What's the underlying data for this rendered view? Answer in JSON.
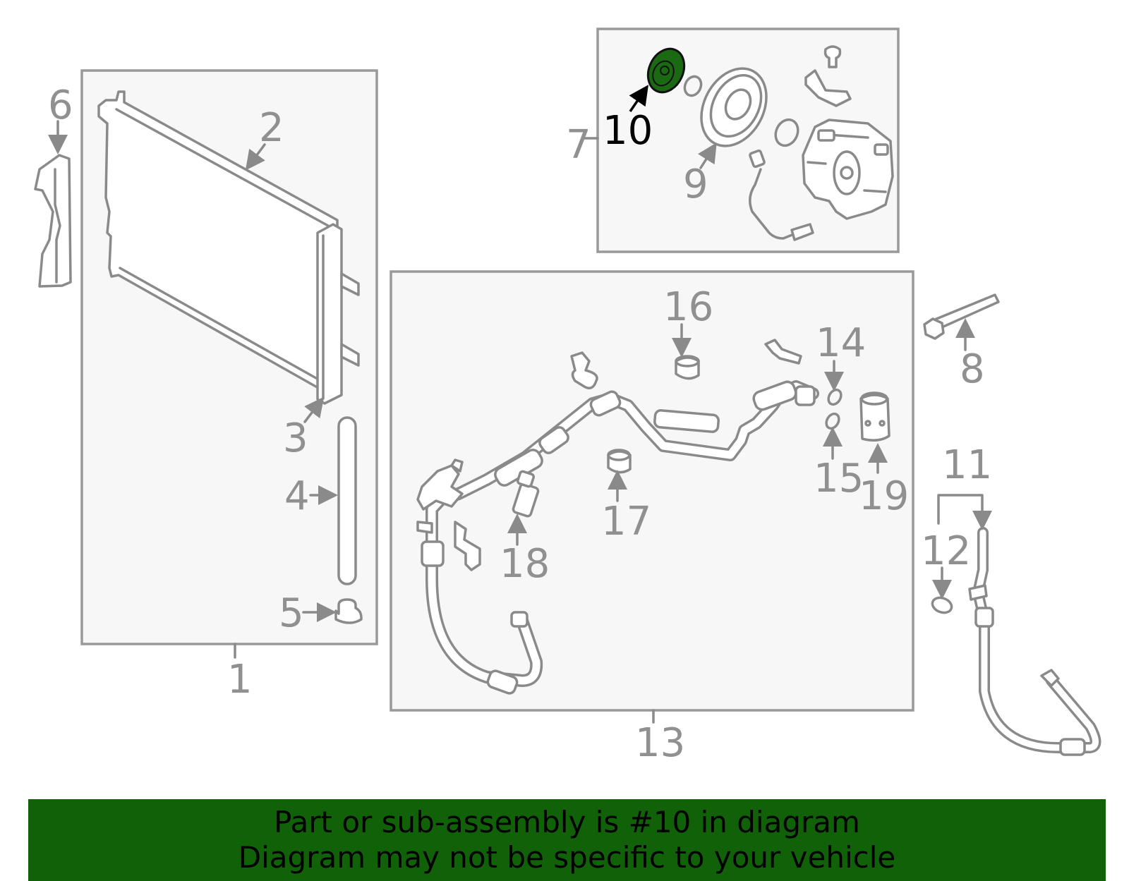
{
  "diagram": {
    "highlighted_part": "10",
    "highlight_color": "#1b6a13",
    "callouts": [
      "1",
      "2",
      "3",
      "4",
      "5",
      "6",
      "7",
      "8",
      "9",
      "10",
      "11",
      "12",
      "13",
      "14",
      "15",
      "16",
      "17",
      "18",
      "19"
    ]
  },
  "banner": {
    "line1": "Part or sub-assembly is #10 in diagram",
    "line2": "Diagram may not be specific to your vehicle",
    "background": "#116109"
  }
}
